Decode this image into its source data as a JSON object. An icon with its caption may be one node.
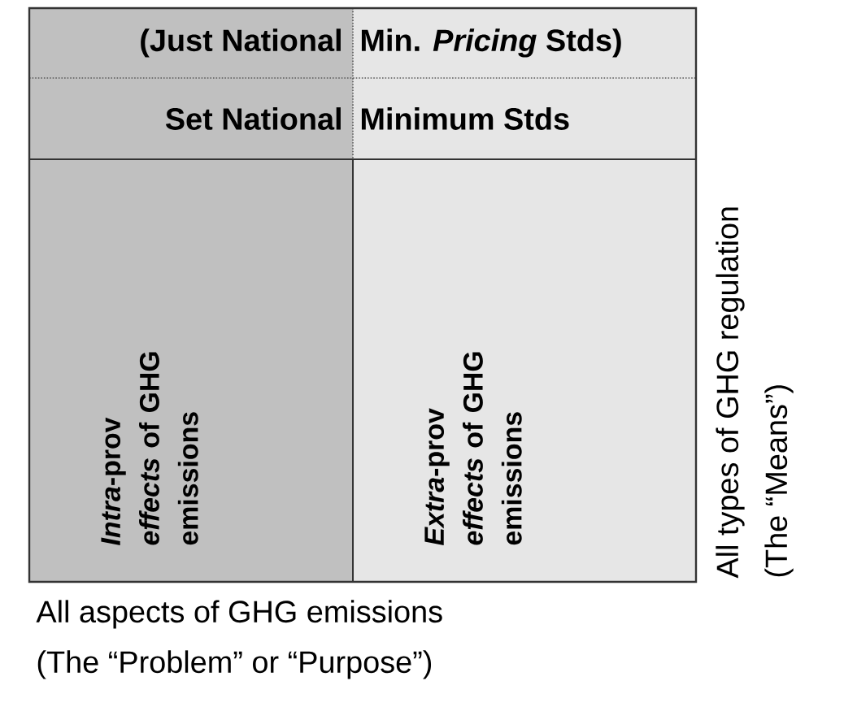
{
  "diagram": {
    "nodes": [
      {
        "text": [
          "(Just National"
        ]
      },
      {
        "text": [
          "Min. *Pricing* Stds)"
        ]
      },
      {
        "text": [
          "Set National"
        ]
      },
      {
        "text": [
          "Minimum Stds"
        ]
      },
      {
        "text": [
          "*Intra*-prov *effects* of GHG emissions"
        ]
      },
      {
        "text": [
          "*Extra*-prov *effects* of GHG emissions"
        ]
      }
    ],
    "labels": [
      "All types of GHG regulation",
      "(The “Means”)",
      "All aspects of GHG emissions",
      "(The “Problem” or “Purpose”)"
    ]
  }
}
